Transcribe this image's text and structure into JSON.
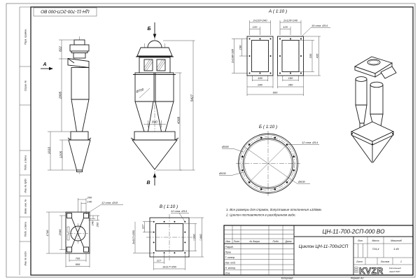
{
  "doc": {
    "code": "ЦН-11-700-2СП-000 ВО",
    "stamp_code": "ЦН-11-700-2СП-000 ВО",
    "name": "Циклон ЦН-11-700х2СП",
    "mass": "724,4",
    "scale": "1:40",
    "sheet_value": "1",
    "copied": "Копировал",
    "format": "Формат А3",
    "logo": "KVZR",
    "org1": "Котельный",
    "org2": "завод РЭП"
  },
  "labels": {
    "izm": "Изм.",
    "list": "Лист",
    "ndok": "№ докум.",
    "podp": "Подп.",
    "data": "Дата",
    "razrab": "Разраб.",
    "prov": "Пров.",
    "tkontr": "Т. контр.",
    "nachotd": "Нач. отд.",
    "nkontr": "Н. контр.",
    "utv": "Утв.",
    "lit": "Лит.",
    "massa": "Масса",
    "masshtab": "Масштаб",
    "list2": "Лист",
    "listov": "Листов"
  },
  "margin": {
    "m1": "Перв. примен.",
    "m2": "Справ. №",
    "m3": "Подп. и дата",
    "m4": "Инв. № дубл.",
    "m5": "Взам. инв. №",
    "m6": "Подп. и дата",
    "m7": "Инв. № подл."
  },
  "notes": {
    "n1": "1. Все размеры для справок, допустимые отклонения ±100мм.",
    "n2": "2. Циклон поставляется в разобранном виде."
  },
  "side": {
    "view_arrow": "А",
    "d822": "822",
    "d2995": "2995",
    "d1610": "1610",
    "d1205": "1205"
  },
  "front": {
    "top_arrow": "Б",
    "bottom_arrow": "В",
    "d700": "Ø700",
    "d840": "840",
    "d4368": "4368",
    "d5427": "5427"
  },
  "secA": {
    "title": "А ( 1:10 )",
    "p240l": "2x120=240",
    "p240r": "2x120=240",
    "p120l": "120",
    "p120r": "120",
    "holes": "16 отв. Ø14",
    "p395": "2x198=395",
    "p198": "198",
    "p335": "335",
    "p435": "435",
    "p180l": "180",
    "p180r": "180",
    "p280l": "280",
    "p280r": "280",
    "p600": "600"
  },
  "secB": {
    "title": "Б ( 1:10 )",
    "holes": "12 отв. Ø14",
    "d590": "Ø590",
    "d530": "Ø530",
    "d630": "Ø630"
  },
  "secV": {
    "title": "В ( 1:10 )",
    "holes": "12 отв. Ø14",
    "p117l": "117",
    "p350l": "3x117=350",
    "p117b": "117",
    "p350b": "3x117=350",
    "sq390": "□390",
    "sq440": "□440"
  },
  "found": {
    "d1746": "1746",
    "d1546": "1546",
    "d706": "706",
    "d906": "906",
    "d200t": "200",
    "d140t": "140",
    "d140r": "140",
    "d200r": "200",
    "holes": "12 отв. Ø18"
  }
}
